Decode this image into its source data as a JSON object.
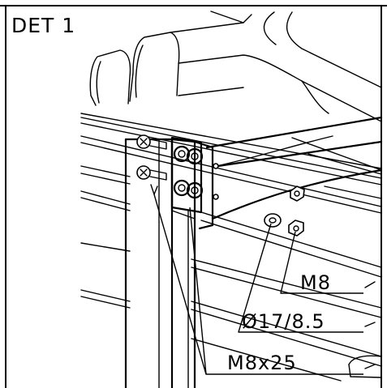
{
  "detail": {
    "title": "DET 1"
  },
  "callouts": [
    {
      "id": "nut",
      "label": "M8"
    },
    {
      "id": "washer",
      "label": "Ø17/8.5"
    },
    {
      "id": "bolt",
      "label": "M8x25"
    }
  ]
}
